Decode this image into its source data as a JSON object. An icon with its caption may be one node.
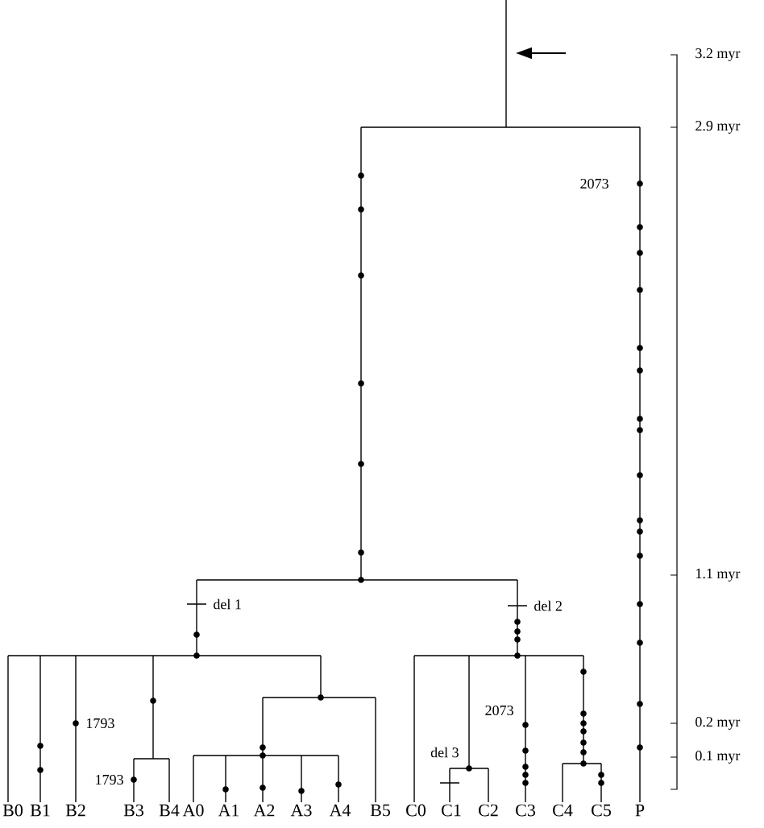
{
  "diagram": {
    "labels": [
      "3.2 myr",
      "2.9 myr",
      "2073",
      "1.1 myr",
      "del 1",
      "del 2",
      "1793",
      "2073",
      "0.2 myr",
      "del 3",
      "1793",
      "0.1 myr",
      "B0",
      "B1",
      "B2",
      "B3",
      "B4",
      "A0",
      "A1",
      "A2",
      "A3",
      "A4",
      "B5",
      "C0",
      "C1",
      "C2",
      "C3",
      "C4",
      "C5",
      "P"
    ]
  }
}
